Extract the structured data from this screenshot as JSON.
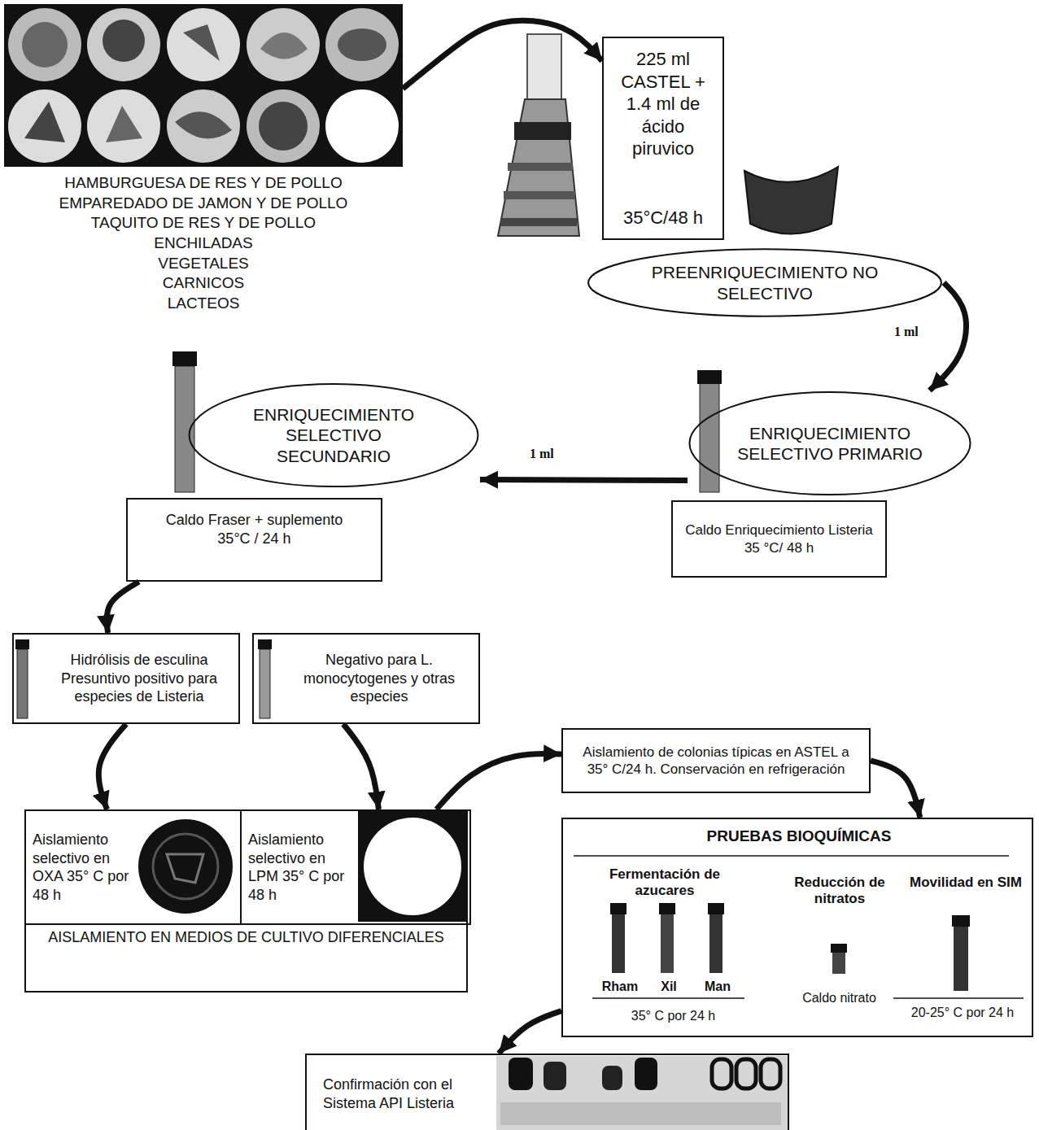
{
  "diagram": {
    "nodes": [
      {
        "text": [
          "HAMBURGUESA DE RES Y  DE POLLO",
          "EMPAREDADO DE JAMON  Y DE POLLO",
          "TAQUITO DE RES Y DE POLLO",
          "ENCHILADAS",
          "VEGETALES",
          "CARNICOS",
          "LACTEOS"
        ]
      },
      {
        "text": [
          "225 ml CASTEL + 1.4 ml de ácido piruvico",
          "35°C/48 h"
        ]
      },
      {
        "text": [
          "PREENRIQUECIMIENTO NO SELECTIVO"
        ]
      },
      {
        "text": [
          "ENRIQUECIMIENTO SELECTIVO PRIMARIO"
        ]
      },
      {
        "text": [
          "Caldo Enriquecimiento Listeria",
          "35 °C/ 48 h"
        ]
      },
      {
        "text": [
          "ENRIQUECIMIENTO SELECTIVO SECUNDARIO"
        ]
      },
      {
        "text": [
          "Caldo Fraser + suplemento",
          "35°C / 24 h"
        ]
      },
      {
        "text": [
          "Hidrólisis de esculina Presuntivo positivo para especies de Listeria"
        ]
      },
      {
        "text": [
          "Negativo para L. monocytogenes y otras especies"
        ]
      },
      {
        "text": [
          "AISLAMIENTO EN MEDIOS DE CULTIVO DIFERENCIALES"
        ]
      },
      {
        "text": [
          "Aislamiento selectivo en OXA 35° C por 48 h"
        ],
        "in": 9
      },
      {
        "text": [
          "Aislamiento selectivo en LPM 35° C por 48 h"
        ],
        "in": 9
      },
      {
        "text": [
          "Aislamiento de colonias típicas en ASTEL a 35° C/24 h.  Conservación en refrigeración"
        ]
      },
      {
        "text": [
          "PRUEBAS BIOQUÍMICAS",
          "Fermentación de azucares",
          "Reducción de nitratos",
          "Movilidad en SIM",
          "Rham",
          "Xil",
          "Man",
          "35° C por 24 h",
          "Caldo nitrato",
          "20-25° C por 24 h"
        ]
      },
      {
        "text": [
          "Confirmación con el Sistema API Listeria"
        ]
      }
    ],
    "edges": [
      {
        "from": 0,
        "to": 1,
        "arrow": "to"
      },
      {
        "from": 2,
        "to": 3,
        "label": "1 ml",
        "arrow": "to"
      },
      {
        "from": 3,
        "to": 5,
        "label": "1 ml",
        "arrow": "to"
      },
      {
        "from": 6,
        "to": 7,
        "arrow": "to"
      },
      {
        "from": 7,
        "to": 10,
        "arrow": "to"
      },
      {
        "from": 8,
        "to": 11,
        "arrow": "to"
      },
      {
        "from": 11,
        "to": 12,
        "arrow": "to"
      },
      {
        "from": 12,
        "to": 13,
        "arrow": "to"
      },
      {
        "from": 13,
        "to": 14,
        "arrow": "to"
      }
    ]
  }
}
